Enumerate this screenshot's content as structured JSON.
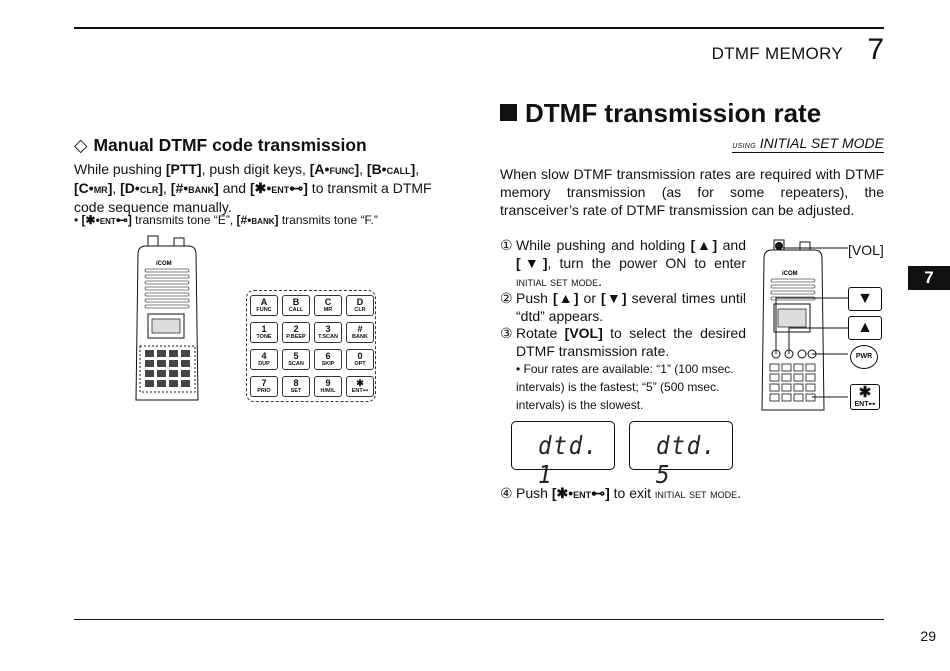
{
  "header": {
    "section_title": "DTMF MEMORY",
    "chapter_number": "7"
  },
  "side_tab": "7",
  "page_number": "29",
  "left": {
    "heading_symbol": "◇",
    "heading": "Manual DTMF code transmission",
    "body": {
      "t1": "While pushing ",
      "ptt": "[PTT]",
      "t2": ", push digit keys, ",
      "a_key": "[A•",
      "a_sc": "func",
      "a_end": "]",
      "c1": ", ",
      "b_key": "[B•",
      "b_sc": "call",
      "b_end": "]",
      "c2": ", ",
      "c_key": "[C•",
      "c_sc": "mr",
      "c_end": "]",
      "c3": ", ",
      "d_key": "[D•",
      "d_sc": "clr",
      "d_end": "]",
      "c4": ", ",
      "hash_key": "[#•",
      "hash_sc": "bank",
      "hash_end": "]",
      "and": " and ",
      "star_key": "[✱•",
      "star_sc": "ent",
      "star_end": "⊷]",
      "t3": " to transmit a DTMF code sequence manually."
    },
    "note": {
      "bullet": "• ",
      "star_key": "[✱•",
      "star_sc": "ent",
      "star_end": "⊷]",
      "t1": " transmits tone “E”, ",
      "hash_key": "[#•",
      "hash_sc": "bank",
      "hash_end": "]",
      "t2": " transmits tone “F.”"
    },
    "keypad": [
      {
        "main": "A",
        "sub": "FUNC"
      },
      {
        "main": "B",
        "sub": "CALL"
      },
      {
        "main": "C",
        "sub": "MR"
      },
      {
        "main": "D",
        "sub": "CLR"
      },
      {
        "main": "1",
        "sub": "TONE"
      },
      {
        "main": "2",
        "sub": "P.BEEP"
      },
      {
        "main": "3",
        "sub": "T.SCAN"
      },
      {
        "main": "#",
        "sub": "BANK"
      },
      {
        "main": "4",
        "sub": "DUP"
      },
      {
        "main": "5",
        "sub": "SCAN"
      },
      {
        "main": "6",
        "sub": "SKIP"
      },
      {
        "main": "0",
        "sub": "OPT"
      },
      {
        "main": "7",
        "sub": "PRIO"
      },
      {
        "main": "8",
        "sub": "SET"
      },
      {
        "main": "9",
        "sub": "H/M/L"
      },
      {
        "main": "✱",
        "sub": "ENT⊷"
      }
    ],
    "radio_brand": "iCOM"
  },
  "right": {
    "heading": "DTMF transmission rate",
    "using_small": "using",
    "using_mode": "INITIAL SET MODE",
    "intro": "When slow DTMF transmission rates are required with DTMF memory transmission (as for some repeaters), the transceiver’s rate of DTMF transmission can be adjusted.",
    "step1": {
      "num": "①",
      "t1": "While pushing and holding ",
      "up": "[▲]",
      "t2": " and ",
      "down": "[▼]",
      "t3": ", turn the power ON to enter ",
      "sc": "initial set mode",
      "t4": "."
    },
    "step2": {
      "num": "②",
      "t1": "Push ",
      "up": "[▲]",
      "t2": " or ",
      "down": "[▼]",
      "t3": " several times until “dtd” appears."
    },
    "step3": {
      "num": "③",
      "t1": "Rotate ",
      "vol": "[VOL]",
      "t2": " to select the desired DTMF transmission rate."
    },
    "step3_note": "• Four rates are available: “1” (100 msec. intervals) is the fastest; “5” (500 msec. intervals) is the slowest.",
    "lcd1": "dtd. 1",
    "lcd2": "dtd. 5",
    "step4": {
      "num": "④",
      "t1": "Push ",
      "star_key": "[✱•",
      "star_sc": "ent",
      "star_end": "⊷]",
      "t2": " to exit ",
      "sc": "initial set mode",
      "t3": "."
    },
    "callouts": {
      "vol": "[VOL]",
      "down": "▼",
      "up": "▲",
      "pwr": "PWR",
      "star": "✱",
      "ent": "ENT⊷"
    },
    "radio_brand": "iCOM"
  }
}
